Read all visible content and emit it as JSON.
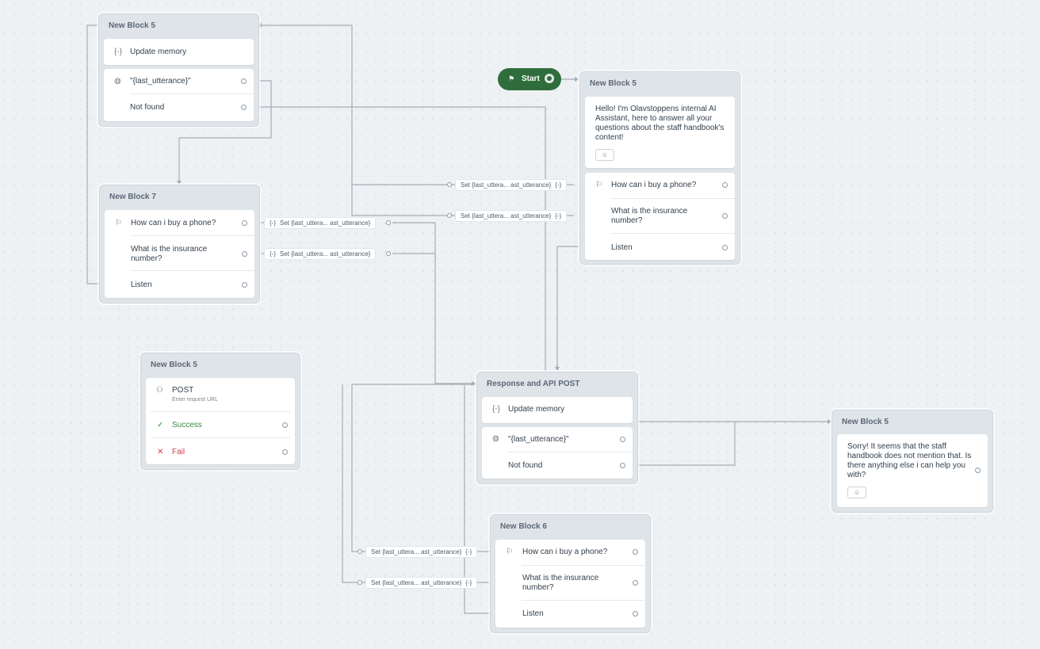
{
  "start": {
    "label": "Start"
  },
  "blocks": {
    "b5_topleft": {
      "title": "New Block 5",
      "update_memory": "Update memory",
      "var_expr": "\"{last_utterance}\"",
      "not_found": "Not found"
    },
    "b7": {
      "title": "New Block 7",
      "intent1": "How can i buy a phone?",
      "intent2": "What is the insurance number?",
      "listen": "Listen"
    },
    "b5_api": {
      "title": "New Block 5",
      "method": "POST",
      "url_placeholder": "Enter request URL",
      "success": "Success",
      "fail": "Fail"
    },
    "b5_greeting": {
      "title": "New Block 5",
      "message": "Hello! I'm Olavstoppens internal AI Assistant, here to answer all your questions about the staff handbook's content!",
      "intent1": "How can i buy a phone?",
      "intent2": "What is the insurance number?",
      "listen": "Listen"
    },
    "response_api": {
      "title": "Response and API POST",
      "update_memory": "Update memory",
      "var_expr": "\"{last_utterance}\"",
      "not_found": "Not found"
    },
    "b5_sorry": {
      "title": "New Block 5",
      "message": "Sorry! It seems that the staff handbook does not mention that. Is there anything else i  can help you with?"
    },
    "b6": {
      "title": "New Block 6",
      "intent1": "How can i buy a phone?",
      "intent2": "What is the insurance number?",
      "listen": "Listen"
    }
  },
  "edge_labels": {
    "set1": "Set {last_uttera... ast_utterance}",
    "set2": "Set {last_uttera... ast_utterance}",
    "set3": "Set {last_uttera... ast_utterance}",
    "set4": "Set {last_uttera... ast_utterance}",
    "set5": "Set {last_uttera... ast_utterance}",
    "set6": "Set {last_uttera... ast_utterance}",
    "var_icon": "{-}"
  },
  "icons": {
    "variable": "variable-icon",
    "globe": "globe-icon",
    "intent": "intent-icon",
    "api": "api-icon",
    "check": "check-icon",
    "cross": "close-icon",
    "flag": "flag-icon",
    "emoji": "emoji-icon"
  },
  "colors": {
    "start_bg": "#2f6e3c",
    "success": "#3b8a3e",
    "fail": "#d23c4d",
    "wire": "#a4adb5"
  }
}
